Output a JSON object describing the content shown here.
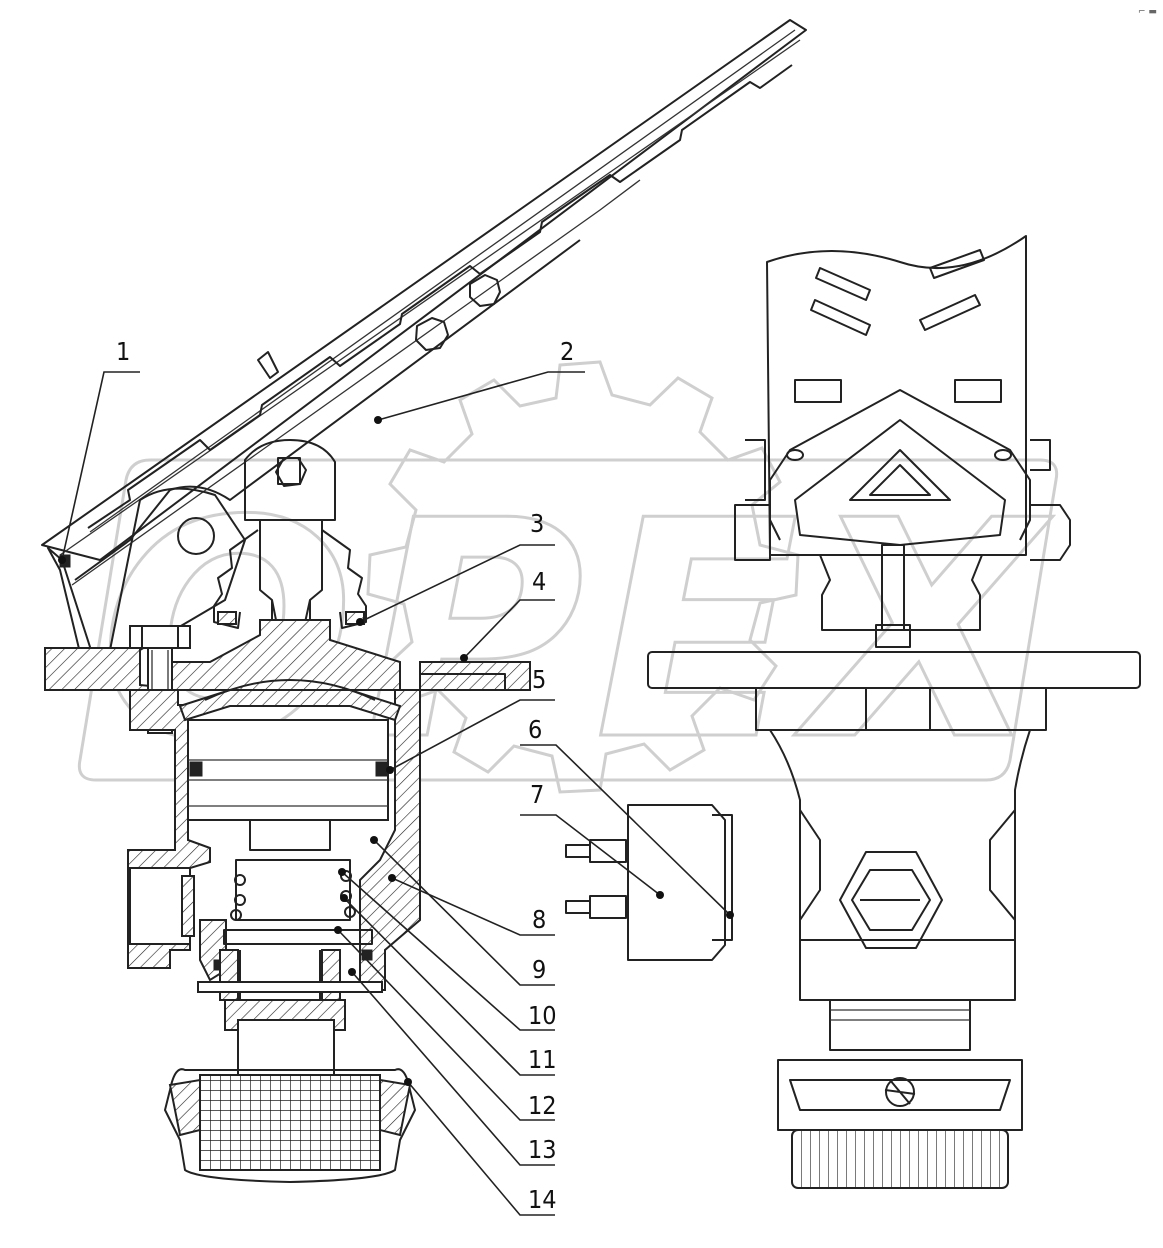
{
  "watermark": {
    "text": "OPEX"
  },
  "corner_mark": "⌐ ▬",
  "callouts": [
    {
      "id": 1,
      "label": "1"
    },
    {
      "id": 2,
      "label": "2"
    },
    {
      "id": 3,
      "label": "3"
    },
    {
      "id": 4,
      "label": "4"
    },
    {
      "id": 5,
      "label": "5"
    },
    {
      "id": 6,
      "label": "6"
    },
    {
      "id": 7,
      "label": "7"
    },
    {
      "id": 8,
      "label": "8"
    },
    {
      "id": 9,
      "label": "9"
    },
    {
      "id": 10,
      "label": "10"
    },
    {
      "id": 11,
      "label": "11"
    },
    {
      "id": 12,
      "label": "12"
    },
    {
      "id": 13,
      "label": "13"
    },
    {
      "id": 14,
      "label": "14"
    }
  ]
}
